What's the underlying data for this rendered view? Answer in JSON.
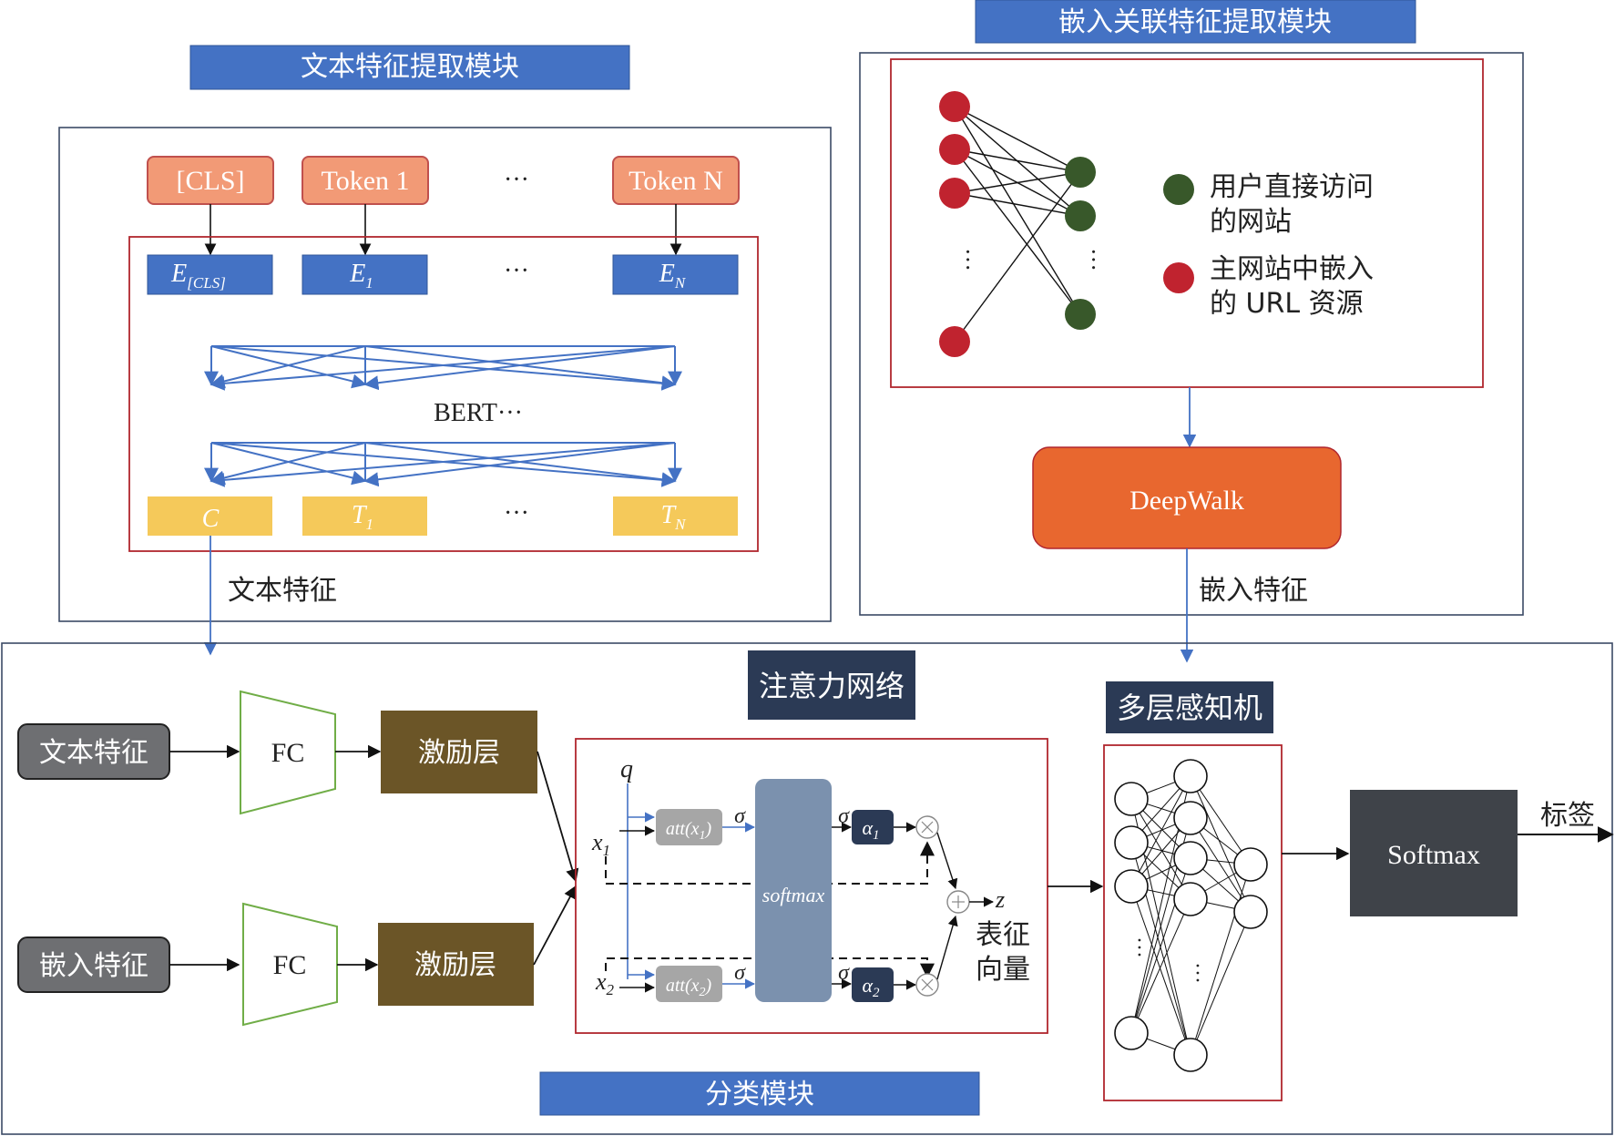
{
  "colors": {
    "blue_label": "#4472c4",
    "dark_label": "#2b3a55",
    "token": "#f29a76",
    "embed": "#4472c4",
    "out": "#f5c95a",
    "red_node": "#c0232f",
    "green_node": "#38582a",
    "deepwalk": "#e8672f",
    "excite": "#6b5527",
    "softmax": "#3f4349",
    "gray_input": "#6e6f72",
    "attention_bar": "#7b91ae"
  },
  "text_module": {
    "title": "文本特征提取模块",
    "tokens": [
      "[CLS]",
      "Token 1",
      "Token N"
    ],
    "ellipsis": "···",
    "embeddings": {
      "e_cls": "E",
      "e_cls_sub": "[CLS]",
      "e1": "E",
      "e1_sub": "1",
      "en": "E",
      "en_sub": "N"
    },
    "bert": "BERT···",
    "outputs": {
      "c": "C",
      "t1": "T",
      "t1_sub": "1",
      "tn": "T",
      "tn_sub": "N"
    },
    "output_label": "文本特征"
  },
  "embed_module": {
    "title": "嵌入关联特征提取模块",
    "legend_green": [
      "用户直接访问",
      "的网站"
    ],
    "legend_red": [
      "主网站中嵌入",
      "的 URL 资源"
    ],
    "deepwalk": "DeepWalk",
    "output_label": "嵌入特征"
  },
  "classify_module": {
    "title": "分类模块",
    "input_text": "文本特征",
    "input_embed": "嵌入特征",
    "fc": "FC",
    "excite": "激励层",
    "attention_title": "注意力网络",
    "q": "q",
    "x1": "x",
    "x1_sub": "1",
    "x2": "x",
    "x2_sub": "2",
    "att1": "att(x",
    "att1_sub": "1",
    "att_close": ")",
    "att2": "att(x",
    "att2_sub": "2",
    "sigma": "σ",
    "softmax_bar": "softmax",
    "alpha1": "α",
    "alpha1_sub": "1",
    "alpha2": "α",
    "alpha2_sub": "2",
    "z": "z",
    "repr": [
      "表征",
      "向量"
    ],
    "mlp_title": "多层感知机",
    "softmax": "Softmax",
    "label": "标签"
  }
}
